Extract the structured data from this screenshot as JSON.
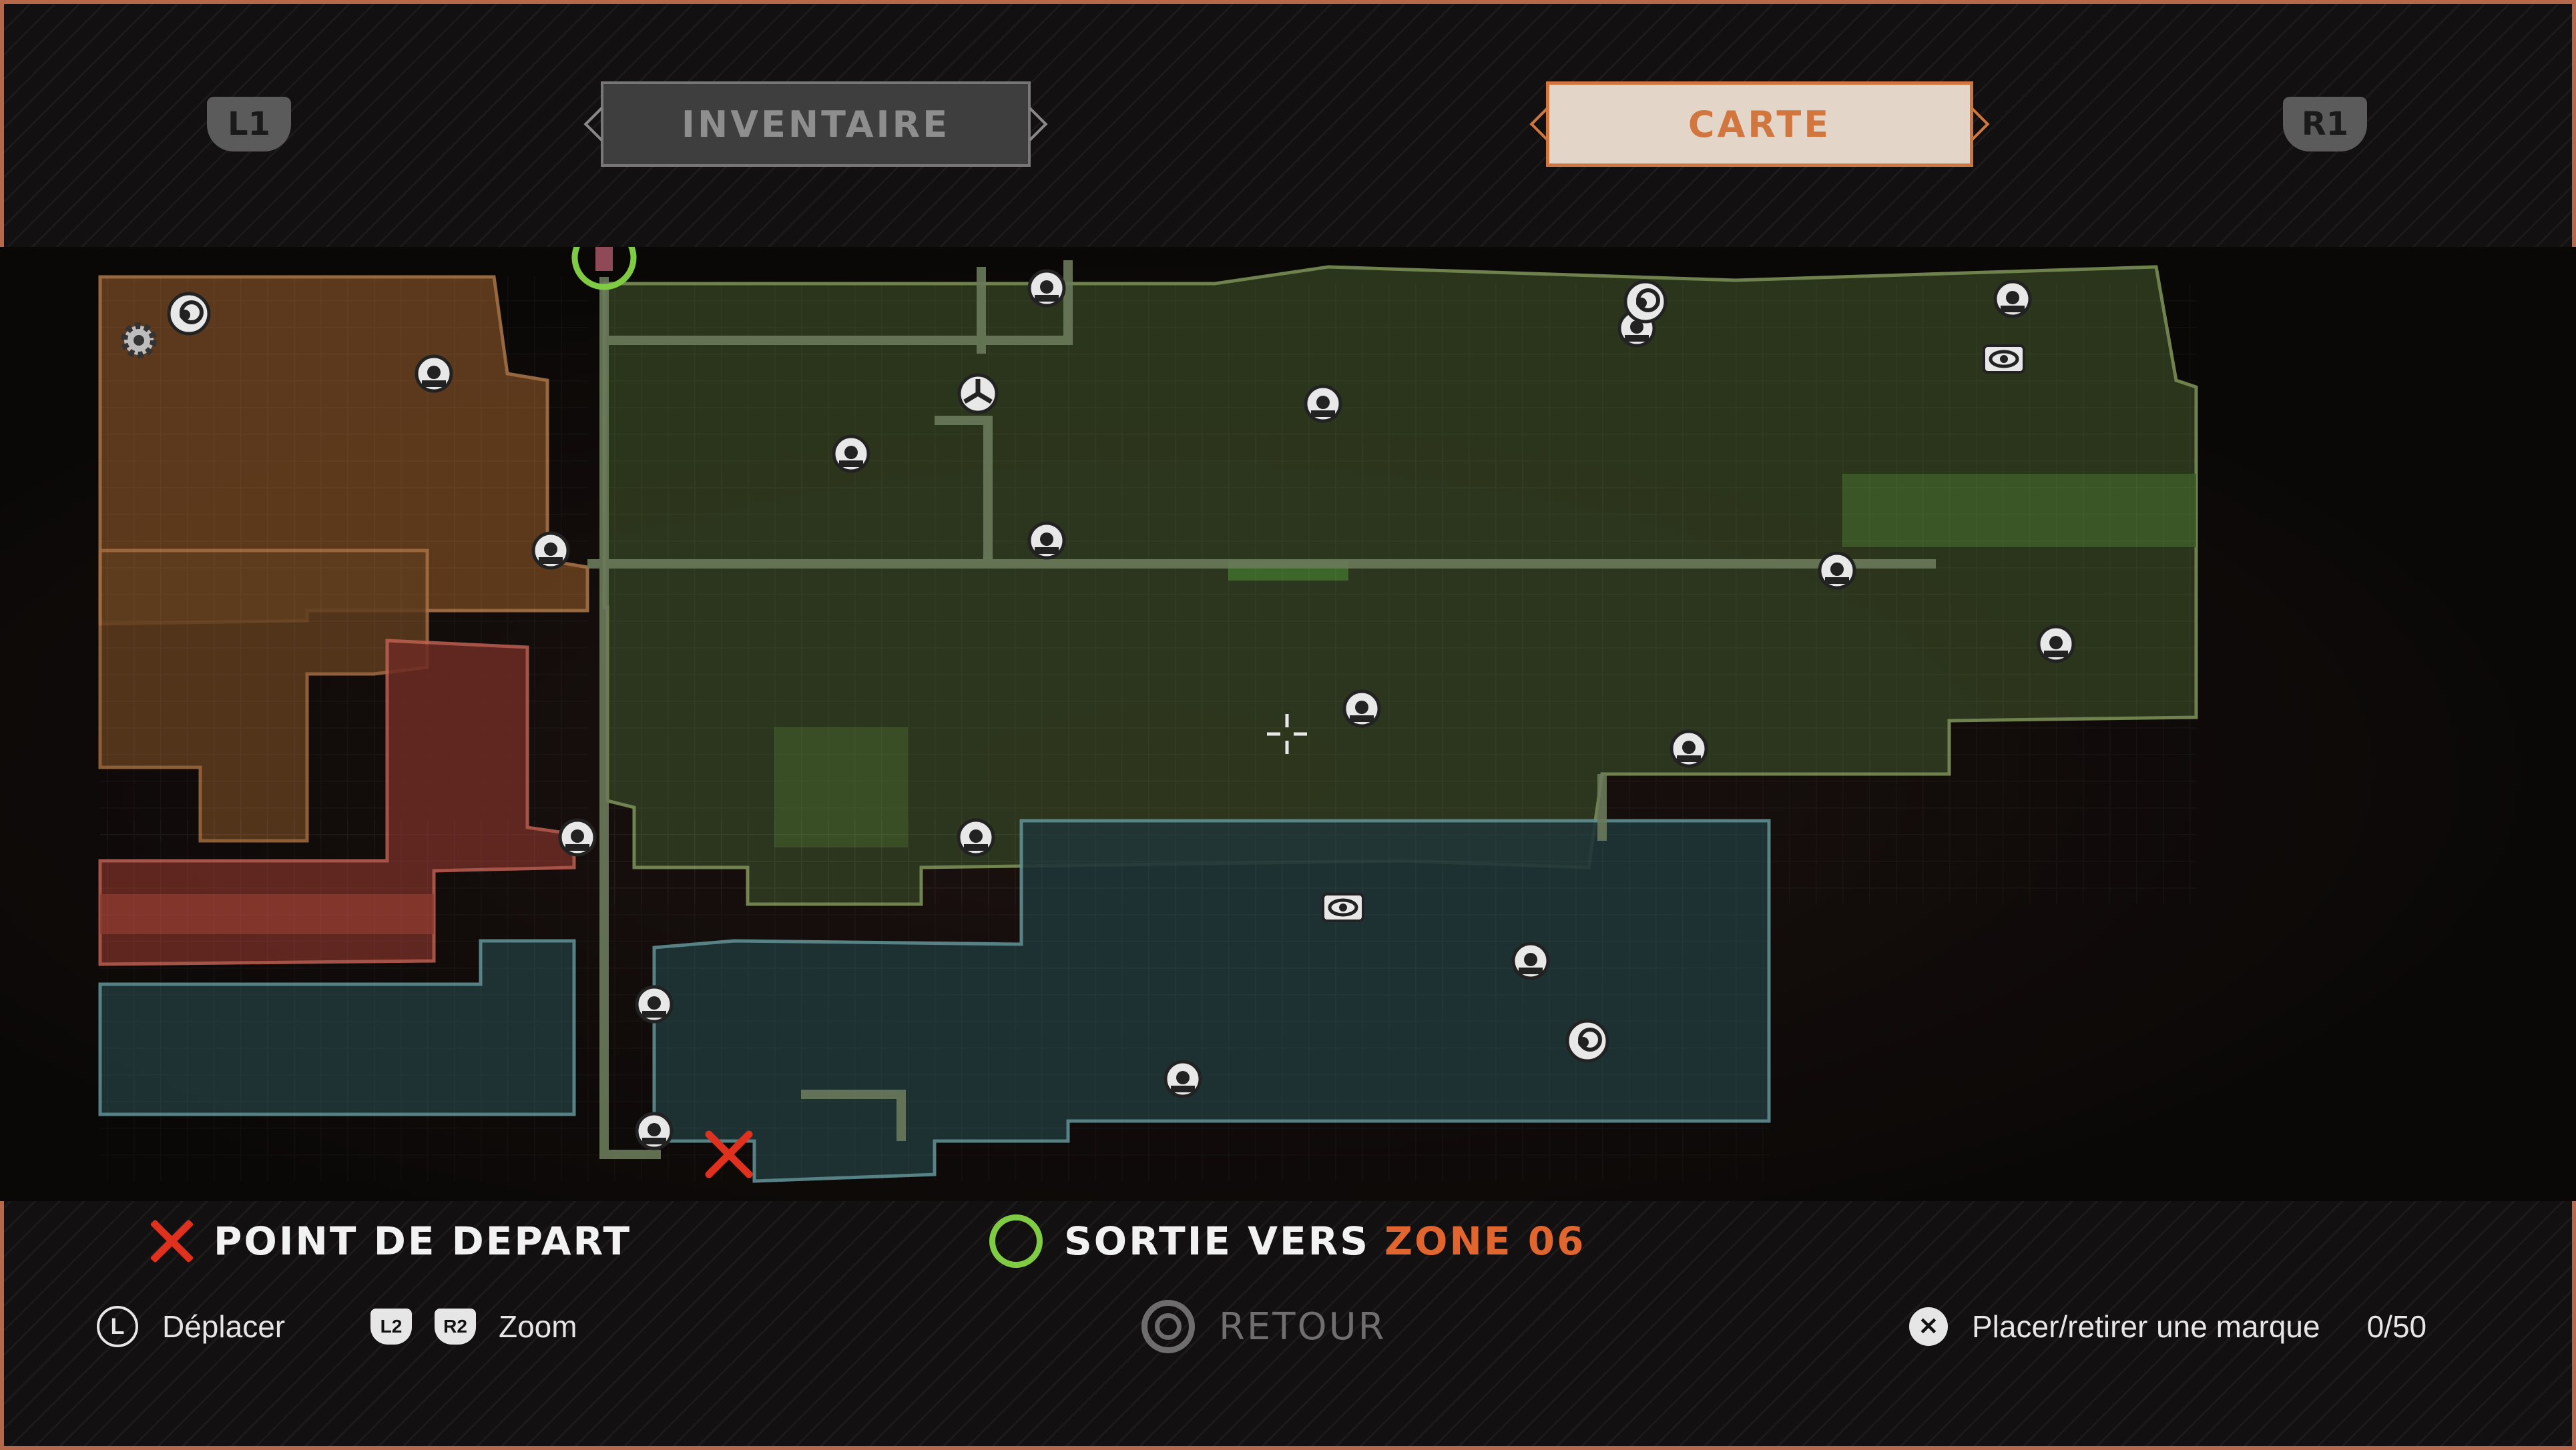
{
  "header": {
    "left_shoulder": "L1",
    "right_shoulder": "R1",
    "tabs": [
      {
        "label": "INVENTAIRE",
        "active": false
      },
      {
        "label": "CARTE",
        "active": true
      }
    ]
  },
  "legend": {
    "start_label": "POINT DE DEPART",
    "exit_label": "SORTIE VERS",
    "exit_zone": "ZONE 06"
  },
  "controls": {
    "move_key": "L",
    "move_label": "Déplacer",
    "zoom_key_1": "L2",
    "zoom_key_2": "R2",
    "zoom_label": "Zoom",
    "back_label": "RETOUR",
    "mark_label": "Placer/retirer une marque",
    "mark_count": "0/50"
  },
  "colors": {
    "accent": "#d2763f",
    "frame": "#b7684a",
    "start_marker": "#e0301e",
    "exit_marker": "#7fcc44",
    "zone_orange": "#6b4220",
    "zone_red": "#6e2b24",
    "zone_green": "#2f3a1f",
    "zone_teal": "#1f3537"
  }
}
